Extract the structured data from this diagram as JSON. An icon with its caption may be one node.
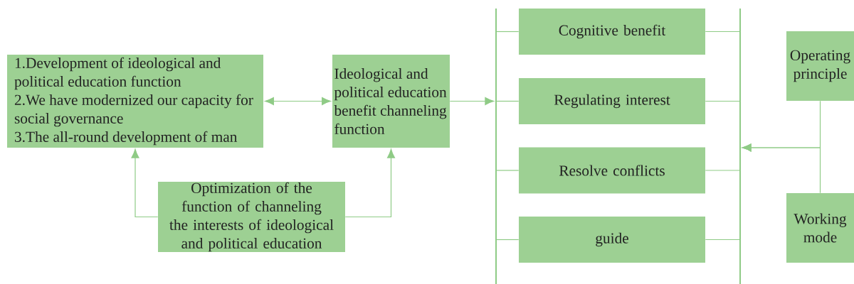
{
  "diagram": {
    "nodes": [
      {
        "text": [
          "1.Development of ideological and political education function",
          "2.We have modernized our capacity for social governance",
          "3.The all-round development of man"
        ]
      },
      {
        "text": [
          "Ideological and political education benefit channeling function"
        ]
      },
      {
        "text": [
          "Optimization of the function of channeling the interests of ideological and political education"
        ]
      },
      {
        "text": [],
        "shape": "bar"
      },
      {
        "text": [
          "Cognitive benefit"
        ]
      },
      {
        "text": [
          "Regulating interest"
        ]
      },
      {
        "text": [
          "Resolve conflicts"
        ]
      },
      {
        "text": [
          "guide"
        ]
      },
      {
        "text": [],
        "shape": "bar"
      },
      {
        "text": [
          "Operating principle"
        ]
      },
      {
        "text": [
          "Working mode"
        ]
      }
    ],
    "edges": [
      {
        "from": 0,
        "to": 1,
        "arrow": "both"
      },
      {
        "from": 2,
        "to": 0,
        "arrow": "to"
      },
      {
        "from": 2,
        "to": 1,
        "arrow": "to"
      },
      {
        "from": 1,
        "to": 3,
        "arrow": "to"
      },
      {
        "from": 3,
        "to": 4,
        "arrow": "none"
      },
      {
        "from": 3,
        "to": 5,
        "arrow": "none"
      },
      {
        "from": 3,
        "to": 6,
        "arrow": "none"
      },
      {
        "from": 3,
        "to": 7,
        "arrow": "none"
      },
      {
        "from": 8,
        "to": 4,
        "arrow": "none"
      },
      {
        "from": 8,
        "to": 5,
        "arrow": "none"
      },
      {
        "from": 8,
        "to": 6,
        "arrow": "none"
      },
      {
        "from": 8,
        "to": 7,
        "arrow": "none"
      },
      {
        "from": 9,
        "to": 8,
        "arrow": "to"
      },
      {
        "from": 10,
        "to": 8,
        "arrow": "to"
      }
    ]
  }
}
